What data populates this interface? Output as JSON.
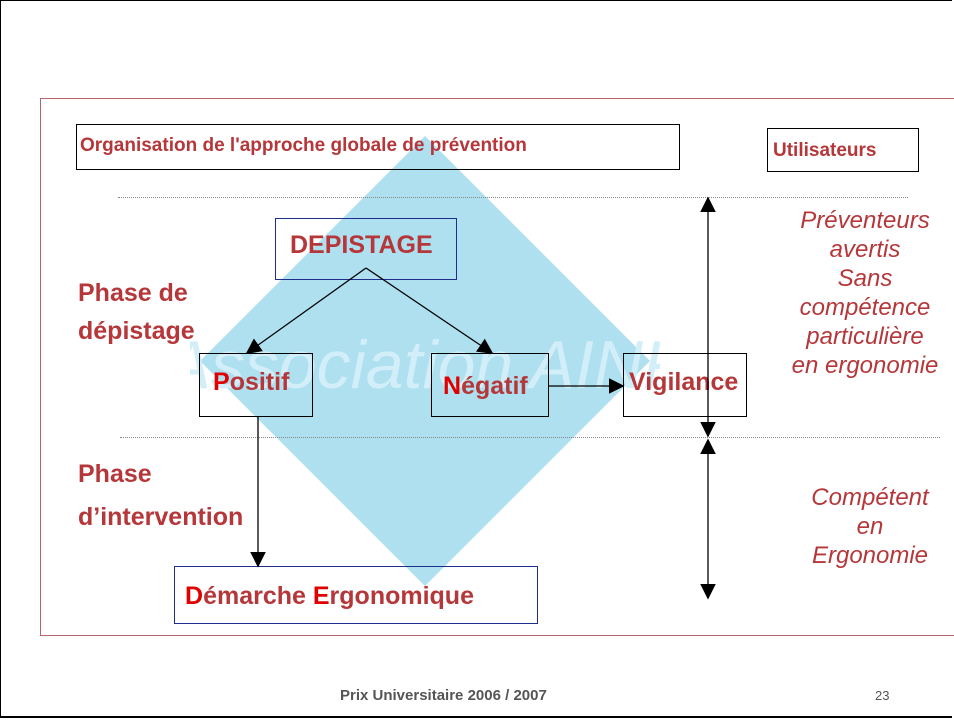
{
  "header": {
    "org_title": "Organisation de l'approche globale de prévention",
    "users_title": "Utilisateurs"
  },
  "phases": {
    "depistage": "Phase de dépistage",
    "intervention": "Phase d’intervention"
  },
  "nodes": {
    "depistage_box": "DEPISTAGE",
    "positif_first": "P",
    "positif_rest": "ositif",
    "negatif_first": "N",
    "negatif_rest": "égatif",
    "vigilance": "Vigilance",
    "demarche_d": "D",
    "demarche_rest1": "émarche ",
    "demarche_e": "E",
    "demarche_rest2": "rgonomique"
  },
  "users": {
    "group1": [
      "Préventeurs",
      "avertis",
      "Sans",
      "compétence",
      "particulière",
      "en ergonomie"
    ],
    "group2": [
      "Compétent",
      "en",
      "Ergonomie"
    ]
  },
  "watermark": {
    "text": "Association AINF"
  },
  "footer": {
    "text": "Prix Universitaire 2006 / 2007",
    "page_number": "23"
  },
  "colors": {
    "accent_red": "#b5373a",
    "letter_red": "#e00000",
    "watermark": "#aee0f0"
  }
}
